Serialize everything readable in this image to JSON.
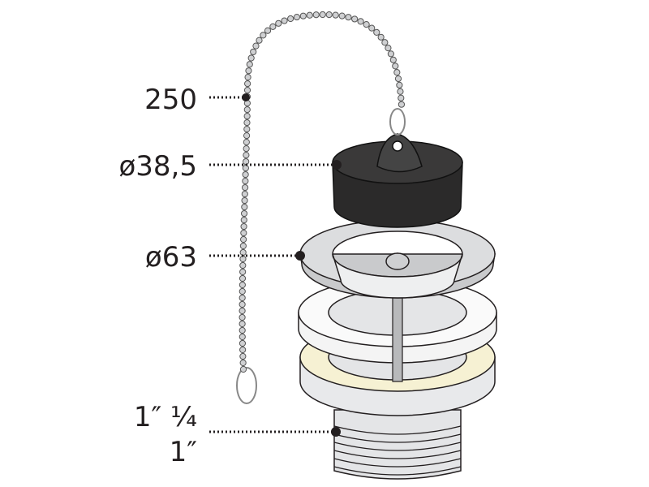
{
  "labels": {
    "chain_length": "250",
    "stopper_diameter": "ø38,5",
    "flange_diameter": "ø63",
    "thread_large": "1″ ¼",
    "thread_small": "1″"
  },
  "colors": {
    "ink": "#231f20",
    "metal": "#d9dadc",
    "rubber": "#2b2a2a",
    "cream": "#f6f1d3"
  }
}
